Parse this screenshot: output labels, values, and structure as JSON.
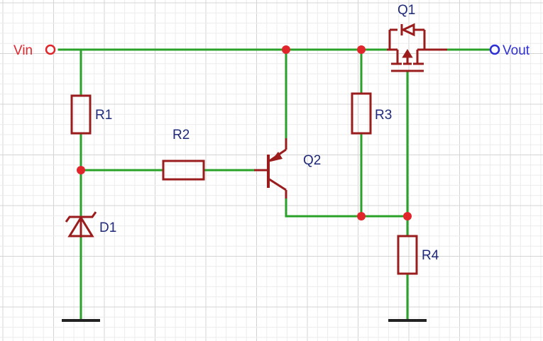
{
  "ports": {
    "input": {
      "label": "Vin",
      "color": "#e0252b"
    },
    "output": {
      "label": "Vout",
      "color": "#2d2fd4"
    }
  },
  "components": {
    "r1": "R1",
    "r2": "R2",
    "r3": "R3",
    "r4": "R4",
    "d1": "D1",
    "q1": "Q1",
    "q2": "Q2"
  },
  "colors": {
    "wire": "#2aa22a",
    "component": "#9b1c1c",
    "junction": "#e0252b",
    "label": "#1f2a7a",
    "grid_minor": "#ececec",
    "grid_major": "#d4d4d4"
  }
}
